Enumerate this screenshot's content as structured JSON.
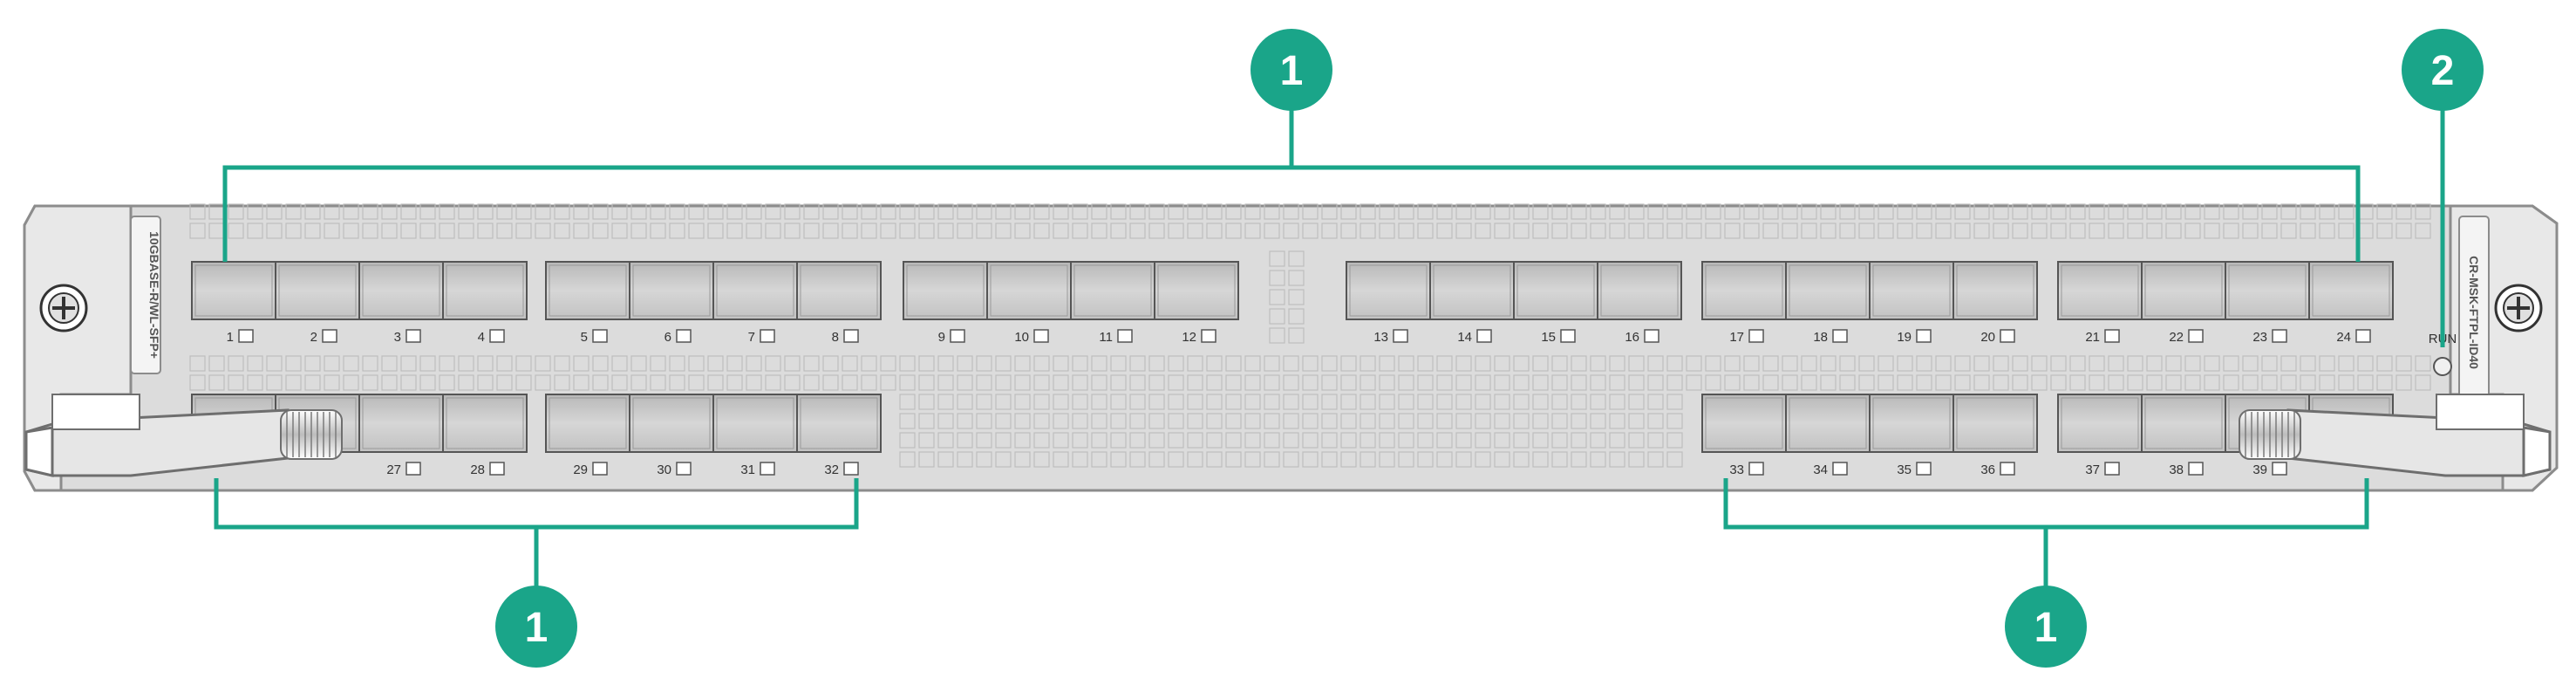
{
  "board": {
    "model_label": "CR-MSK-FTPL-ID40",
    "ports_type_label": "10GBASE-R/WL-SFP+",
    "run_label": "RUN"
  },
  "colors": {
    "panel": "#d9d9d9",
    "panel_edge": "#8c8c8c",
    "port_fill": "#c4c4c4",
    "callout": "#1aa589",
    "callout_text": "#ffffff"
  },
  "callouts": [
    {
      "id": "ports-top",
      "label": "1"
    },
    {
      "id": "run-led",
      "label": "2"
    },
    {
      "id": "ports-bottom-left",
      "label": "1"
    },
    {
      "id": "ports-bottom-right",
      "label": "1"
    }
  ],
  "ports": {
    "top_row": [
      "1",
      "2",
      "3",
      "4",
      "5",
      "6",
      "7",
      "8",
      "9",
      "10",
      "11",
      "12",
      "13",
      "14",
      "15",
      "16",
      "17",
      "18",
      "19",
      "20",
      "21",
      "22",
      "23",
      "24"
    ],
    "bottom_left": [
      "27",
      "28",
      "29",
      "30",
      "31",
      "32"
    ],
    "bottom_right": [
      "33",
      "34",
      "35",
      "36",
      "37",
      "38",
      "39"
    ]
  }
}
